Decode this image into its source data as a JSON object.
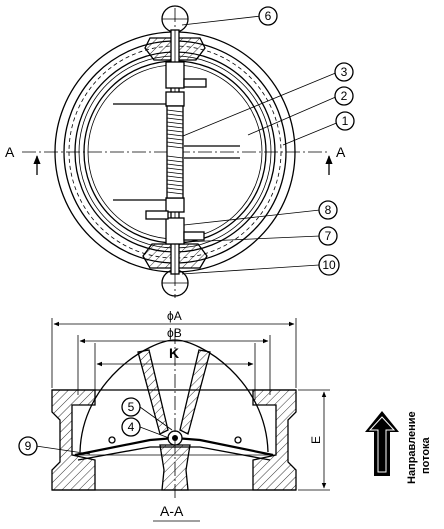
{
  "callouts": [
    "1",
    "2",
    "3",
    "4",
    "5",
    "6",
    "7",
    "8",
    "9",
    "10"
  ],
  "section": {
    "marker": "A",
    "title": "A-A"
  },
  "dimensions": {
    "outer_diameter": "ϕA",
    "inner_diameter": "ϕB",
    "k": "K",
    "height": "E"
  },
  "flow": {
    "line1": "Направление",
    "line2": "потока"
  }
}
